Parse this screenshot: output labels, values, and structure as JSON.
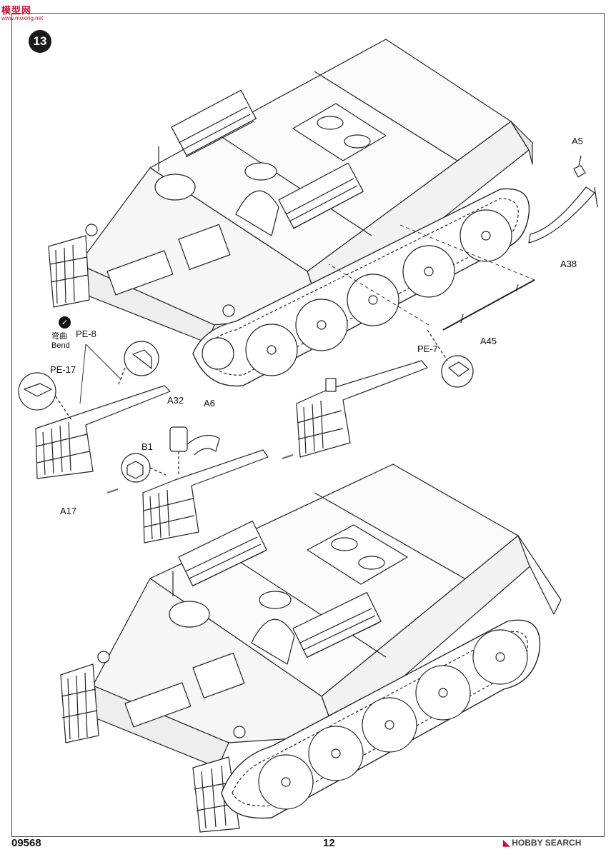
{
  "watermark": {
    "text": "模型网",
    "sub": "www.moxing.net"
  },
  "step_number": "13",
  "bend": {
    "cn": "弯曲",
    "en": "Bend"
  },
  "labels": {
    "a5": "A5",
    "a38": "A38",
    "a45": "A45",
    "pe7": "PE-7",
    "pe8": "PE-8",
    "pe17": "PE-17",
    "a32": "A32",
    "a6": "A6",
    "b1": "B1",
    "a17": "A17"
  },
  "footer": {
    "code": "09568",
    "page": "12",
    "brand": "HOBBY SEARCH"
  }
}
